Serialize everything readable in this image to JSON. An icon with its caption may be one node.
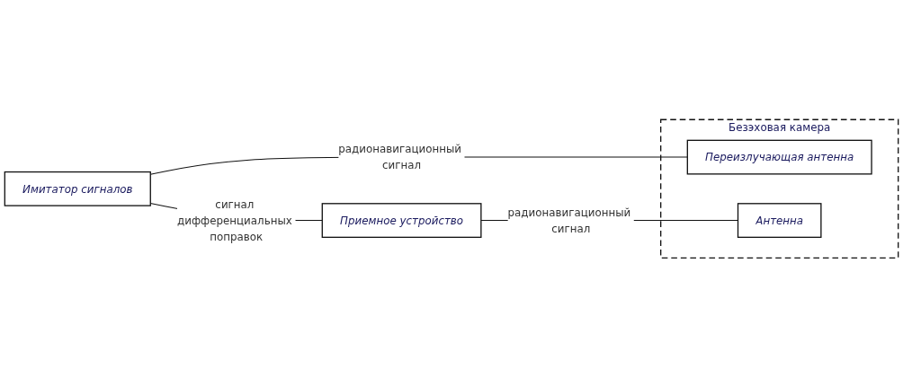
{
  "diagram": {
    "nodes": [
      {
        "text": [
          "Имитатор сигналов"
        ]
      },
      {
        "text": [
          "Приемное устройство"
        ]
      },
      {
        "text": [
          "Безэховая камера"
        ]
      },
      {
        "text": [
          "Переизлучающая антенна"
        ],
        "in": 2
      },
      {
        "text": [
          "Антенна"
        ],
        "in": 2
      }
    ],
    "edges": [
      {
        "from": 0,
        "to": 3,
        "arrow": "none",
        "label": "радионавигационный сигнал"
      },
      {
        "from": 0,
        "to": 1,
        "arrow": "none",
        "label": "сигнал дифференциальных поправок"
      },
      {
        "from": 1,
        "to": 4,
        "arrow": "none",
        "label": "радионавигационный сигнал"
      }
    ]
  }
}
